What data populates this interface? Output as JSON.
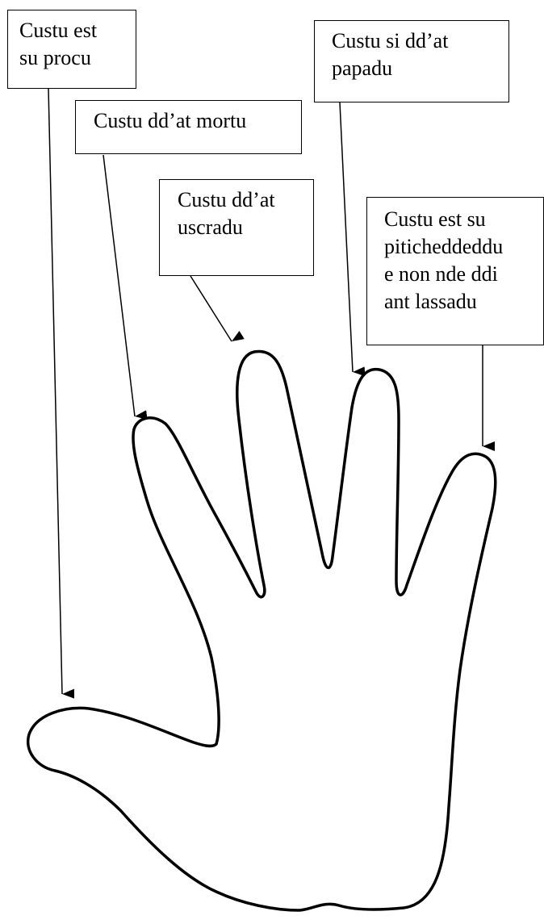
{
  "labels": {
    "thumb": "Custu est\nsu procu",
    "index": "Custu dd’at mortu",
    "middle": "Custu dd’at\nuscradu",
    "ring": "Custu si dd’at\npapadu",
    "little": "Custu est su\npiticheddeddu\ne non nde ddi\nant lassadu"
  },
  "colors": {
    "ink": "#000000",
    "background": "#ffffff"
  }
}
